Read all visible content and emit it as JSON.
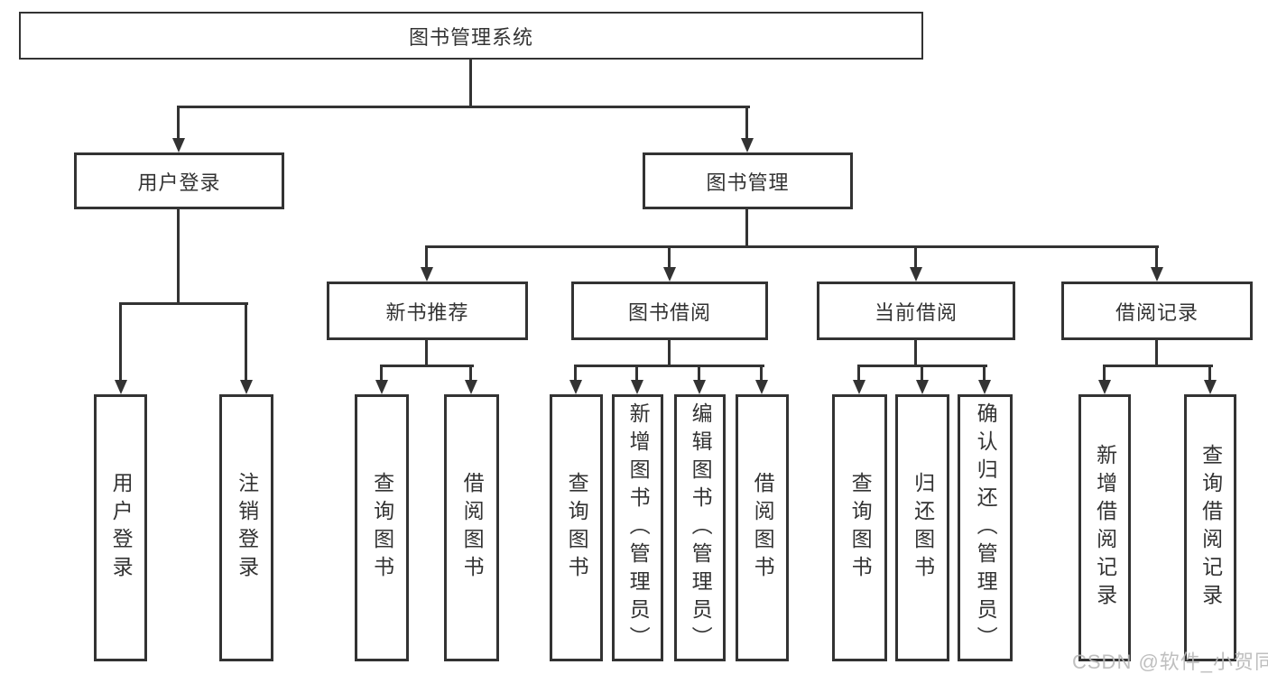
{
  "tree": {
    "label": "图书管理系统",
    "children": [
      {
        "label": "用户登录",
        "children": [
          {
            "label": "用户登录"
          },
          {
            "label": "注销登录"
          }
        ]
      },
      {
        "label": "图书管理",
        "children": [
          {
            "label": "新书推荐",
            "children": [
              {
                "label": "查询图书"
              },
              {
                "label": "借阅图书"
              }
            ]
          },
          {
            "label": "图书借阅",
            "children": [
              {
                "label": "查询图书"
              },
              {
                "label": "新增图书（管理员）"
              },
              {
                "label": "编辑图书（管理员）"
              },
              {
                "label": "借阅图书"
              }
            ]
          },
          {
            "label": "当前借阅",
            "children": [
              {
                "label": "查询图书"
              },
              {
                "label": "归还图书"
              },
              {
                "label": "确认归还（管理员）"
              }
            ]
          },
          {
            "label": "借阅记录",
            "children": [
              {
                "label": "新增借阅记录"
              },
              {
                "label": "查询借阅记录"
              }
            ]
          }
        ]
      }
    ]
  },
  "watermark": {
    "text": "CSDN @软件_小贺同学"
  },
  "colors": {
    "line": "#333333",
    "box_background": "#ffffff",
    "text": "#333333",
    "watermark": "#b9b9b9"
  }
}
